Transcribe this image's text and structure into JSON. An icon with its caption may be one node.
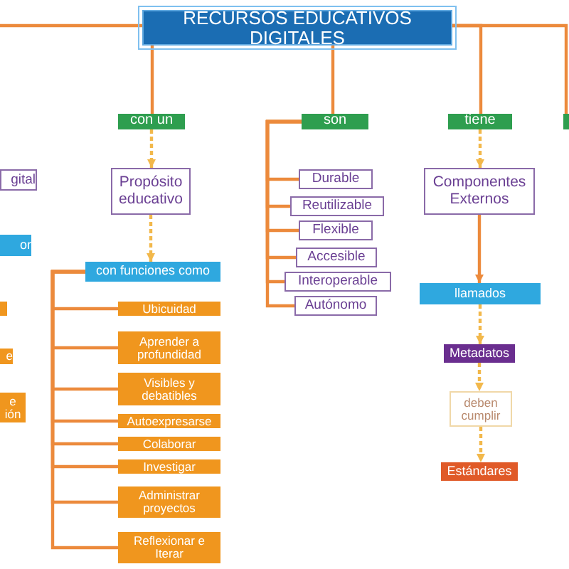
{
  "diagram": {
    "nodes": [
      {
        "text": [
          "RECURSOS EDUCATIVOS DIGITALES"
        ]
      },
      {
        "text": [
          "gital"
        ]
      },
      {
        "text": [
          "or"
        ]
      },
      {
        "text": [],
        "shape": "box"
      },
      {
        "text": [
          "e"
        ]
      },
      {
        "text": [
          "e ión"
        ]
      },
      {
        "text": [
          "con un"
        ]
      },
      {
        "text": [
          "Propósito educativo"
        ]
      },
      {
        "text": [
          "con funciones como"
        ]
      },
      {
        "text": [
          "Ubicuidad"
        ]
      },
      {
        "text": [
          "Aprender a profundidad"
        ]
      },
      {
        "text": [
          "Visibles y debatibles"
        ]
      },
      {
        "text": [
          "Autoexpresarse"
        ]
      },
      {
        "text": [
          "Colaborar"
        ]
      },
      {
        "text": [
          "Investigar"
        ]
      },
      {
        "text": [
          "Administrar proyectos"
        ]
      },
      {
        "text": [
          "Reflexionar e Iterar"
        ]
      },
      {
        "text": [
          "son"
        ]
      },
      {
        "text": [
          "Durable"
        ]
      },
      {
        "text": [
          "Reutilizable"
        ]
      },
      {
        "text": [
          "Flexible"
        ]
      },
      {
        "text": [
          "Accesible"
        ]
      },
      {
        "text": [
          "Interoperable"
        ]
      },
      {
        "text": [
          "Autónomo"
        ]
      },
      {
        "text": [
          "tiene"
        ]
      },
      {
        "text": [
          "Componentes Externos"
        ]
      },
      {
        "text": [
          "llamados"
        ]
      },
      {
        "text": [
          "Metadatos"
        ]
      },
      {
        "text": [
          "deben cumplir"
        ]
      },
      {
        "text": [
          "Estándares"
        ]
      },
      {
        "text": [],
        "shape": "box"
      }
    ],
    "edges": [
      {
        "from": 0,
        "to": null,
        "arrow": "none"
      },
      {
        "from": 0,
        "to": 6,
        "arrow": "none"
      },
      {
        "from": 0,
        "to": 17,
        "arrow": "none"
      },
      {
        "from": 0,
        "to": 24,
        "arrow": "none"
      },
      {
        "from": 0,
        "to": 30,
        "arrow": "none"
      },
      {
        "from": 6,
        "to": 7,
        "arrow": "to",
        "style": "dashed",
        "color": "#f2b84b"
      },
      {
        "from": 7,
        "to": 8,
        "arrow": "to",
        "style": "dashed",
        "color": "#f2b84b"
      },
      {
        "from": 8,
        "to": 9,
        "arrow": "none"
      },
      {
        "from": 8,
        "to": 10,
        "arrow": "none"
      },
      {
        "from": 8,
        "to": 11,
        "arrow": "none"
      },
      {
        "from": 8,
        "to": 12,
        "arrow": "none"
      },
      {
        "from": 8,
        "to": 13,
        "arrow": "none"
      },
      {
        "from": 8,
        "to": 14,
        "arrow": "none"
      },
      {
        "from": 8,
        "to": 15,
        "arrow": "none"
      },
      {
        "from": 8,
        "to": 16,
        "arrow": "none"
      },
      {
        "from": 17,
        "to": 18,
        "arrow": "none"
      },
      {
        "from": 17,
        "to": 19,
        "arrow": "none"
      },
      {
        "from": 17,
        "to": 20,
        "arrow": "none"
      },
      {
        "from": 17,
        "to": 21,
        "arrow": "none"
      },
      {
        "from": 17,
        "to": 22,
        "arrow": "none"
      },
      {
        "from": 17,
        "to": 23,
        "arrow": "none"
      },
      {
        "from": 24,
        "to": 25,
        "arrow": "to",
        "style": "dashed",
        "color": "#f2b84b"
      },
      {
        "from": 25,
        "to": 26,
        "arrow": "to"
      },
      {
        "from": 26,
        "to": 27,
        "arrow": "to",
        "style": "dashed",
        "color": "#f2b84b"
      },
      {
        "from": 27,
        "to": 28,
        "arrow": "to",
        "style": "dashed",
        "color": "#f2b84b"
      },
      {
        "from": 28,
        "to": 29,
        "arrow": "to",
        "style": "dashed",
        "color": "#f2b84b"
      }
    ]
  }
}
